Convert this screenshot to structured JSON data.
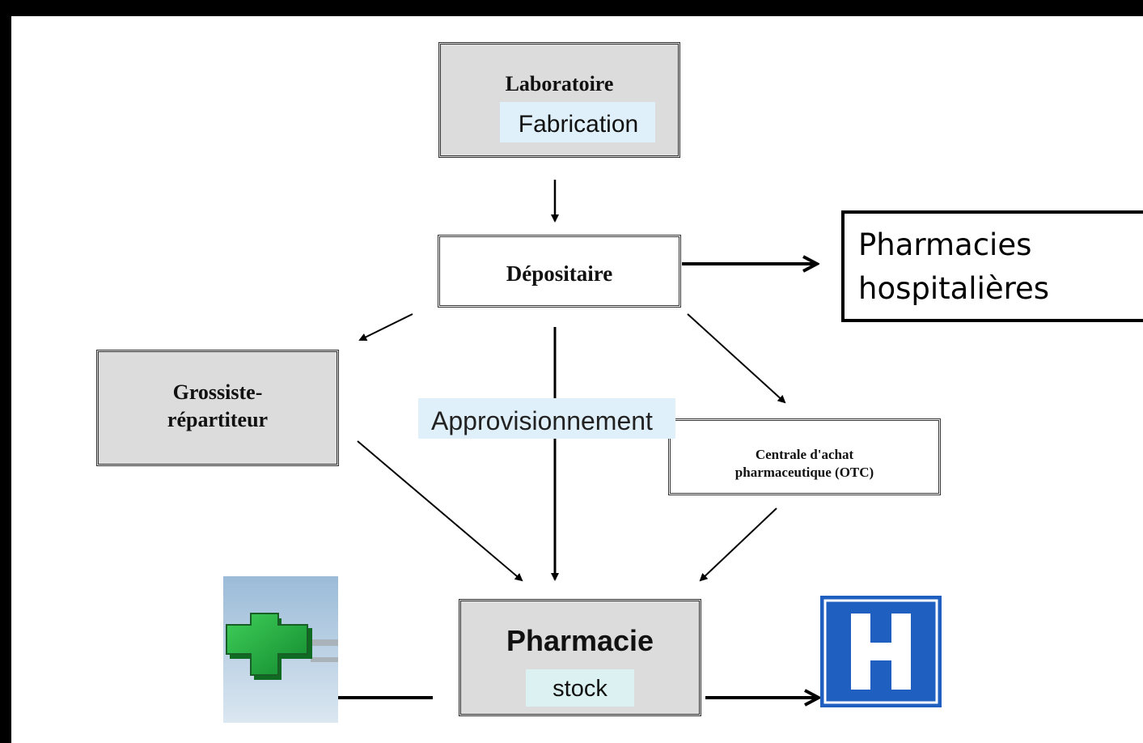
{
  "nodes": {
    "laboratoire": {
      "title": "Laboratoire",
      "subtitle": "Fabrication"
    },
    "depositaire": {
      "title": "Dépositaire"
    },
    "grossiste": {
      "title": "Grossiste-\nrépartiteur"
    },
    "centrale": {
      "title": "Centrale d'achat\npharmaceutique (OTC)"
    },
    "pharmacie": {
      "title": "Pharmacie",
      "subtitle": "stock"
    }
  },
  "flow_label": "Approvisionnement",
  "hospital_pharmacies": "Pharmacies\nhospitalières",
  "icons": {
    "pharmacy_cross": "green-pharmacy-cross-sign",
    "hospital_sign": "blue-hospital-H-sign"
  },
  "colors": {
    "node_fill": "#dcdcdc",
    "highlight": "#dff0fa",
    "cross_green": "#1e9e3e",
    "hospital_blue": "#1f5fbf"
  }
}
